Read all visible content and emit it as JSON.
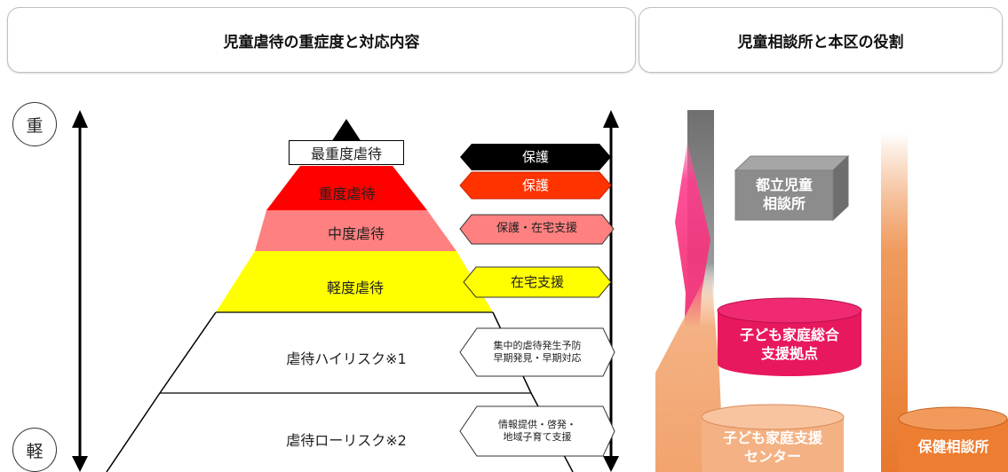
{
  "headers": {
    "left": "児童虐待の重症度と対応内容",
    "right": "児童相談所と本区の役割"
  },
  "scale": {
    "top": "重",
    "bottom": "軽"
  },
  "levels": [
    {
      "label": "最重度虐待",
      "fill": "#ffffff"
    },
    {
      "label": "重度虐待",
      "fill": "#ff0000"
    },
    {
      "label": "中度虐待",
      "fill": "#ff8080"
    },
    {
      "label": "軽度虐待",
      "fill": "#ffff00"
    },
    {
      "label": "虐待ハイリスク※1",
      "fill": "#ffffff"
    },
    {
      "label": "虐待ローリスク※2",
      "fill": "#ffffff"
    }
  ],
  "responses": [
    {
      "label": "保護",
      "fill": "#000000",
      "text_color": "#ffffff"
    },
    {
      "label": "保護",
      "fill": "#ff3300",
      "text_color": "#ffffff"
    },
    {
      "label": "保護・在宅支援",
      "fill": "#ff8080",
      "text_color": "#222222"
    },
    {
      "label": "在宅支援",
      "fill": "#ffff00",
      "text_color": "#222222"
    },
    {
      "label": "集中的虐待発生予防\n早期発見・早期対応",
      "fill": "#ffffff",
      "text_color": "#222222"
    },
    {
      "label": "情報提供・啓発・\n地域子育て支援",
      "fill": "#ffffff",
      "text_color": "#222222"
    }
  ],
  "organizations": {
    "jisou": "都立児童\n相談所",
    "kyoten": "子ども家庭総合\n支援拠点",
    "center": "子ども家庭支援\nセンター",
    "hoken": "保健相談所"
  },
  "colors": {
    "gray": "#7f7f7f",
    "magenta": "#e8185e",
    "peach": "#f4b183",
    "orange": "#ed7d31"
  }
}
